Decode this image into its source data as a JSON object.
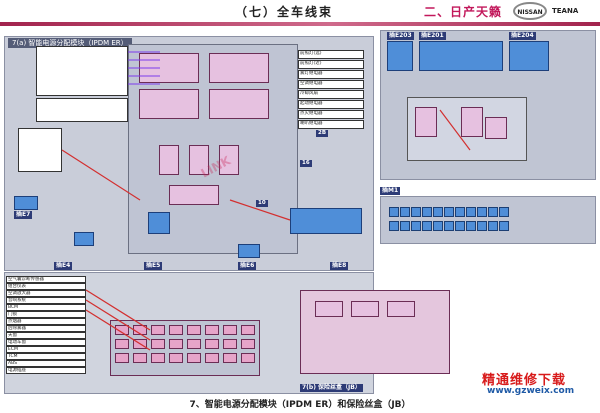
{
  "header": {
    "chapter": "（七）全车线束",
    "brand": "二、日产天籁",
    "logo": "NISSAN",
    "model": "TEANA"
  },
  "panels": {
    "ipdm": {
      "title": "7(a) 智能电源分配模块（IPDM ER）"
    },
    "jb": {
      "title": "7(b) 保险丝盒（JB）"
    }
  },
  "connectors": {
    "e203": "插E203",
    "e201": "插E201",
    "e204": "插E204",
    "m1": "插M1",
    "e7": "插E7",
    "e4": "插E4",
    "e5": "插E5",
    "e6": "插E6",
    "e8": "插E8"
  },
  "callouts": {
    "c1": "10",
    "c2": "2B",
    "c3": "16"
  },
  "right_labels": [
    "前照灯(远)",
    "前照灯(近)",
    "雾灯继电器",
    "空调继电器",
    "冷却风扇",
    "起动继电器",
    "点火继电器",
    "喇叭继电器"
  ],
  "jb_labels": [
    "空气囊诊断传感器",
    "组合仪表",
    "空调放大器",
    "音响系统",
    "BCM",
    "门锁",
    "点烟器",
    "后除雾器",
    "天窗",
    "电动车窗",
    "ECM",
    "TCM",
    "ABS",
    "电源插座"
  ],
  "watermark": {
    "cn": "精通维修下载",
    "url": "www.gzweix.com",
    "diag": "LINK"
  },
  "footer": "7、智能电源分配模块（IPDM ER）和保险丝盒（JB）"
}
